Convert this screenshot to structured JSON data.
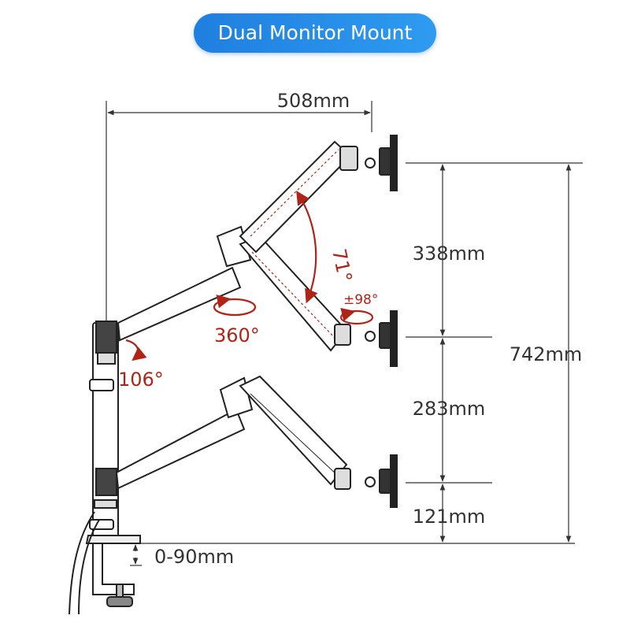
{
  "title": "Dual Monitor Mount",
  "dimensions": {
    "arm_reach": "508mm",
    "upper_spacing": "338mm",
    "lower_spacing": "283mm",
    "total_height": "742mm",
    "base_height": "121mm",
    "clamp_range": "0-90mm"
  },
  "angles": {
    "tilt_down": "106°",
    "arm_swivel": "360°",
    "arm_lift": "71°",
    "head_rotate": "±98°"
  },
  "colors": {
    "title_bg": "#2589e8",
    "angle_red": "#b02418",
    "line": "#222222"
  }
}
